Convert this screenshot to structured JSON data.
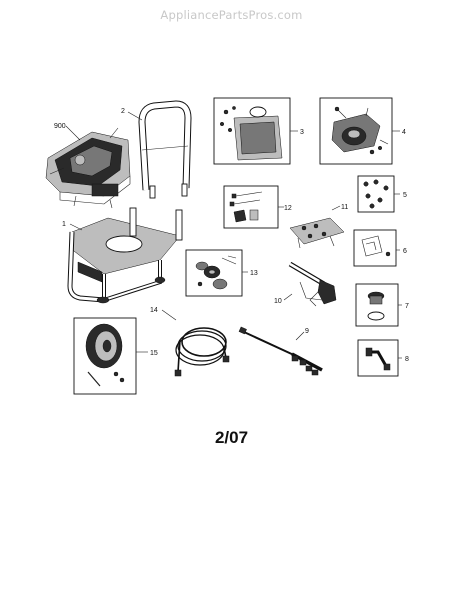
{
  "watermark": "AppliancePartsPros.com",
  "date_code": "2/07",
  "callouts": {
    "engine": "900",
    "frame": "1",
    "handle": "2",
    "panel": "3",
    "pump": "4",
    "fitting_kit": "5",
    "bracket_kit": "6",
    "valve_cap": "7",
    "elbow": "8",
    "wand": "9",
    "spray_gun": "10",
    "clamp_kit": "11",
    "bolt_kit": "12",
    "bearing_kit": "13",
    "hose": "14",
    "wheel": "15"
  }
}
